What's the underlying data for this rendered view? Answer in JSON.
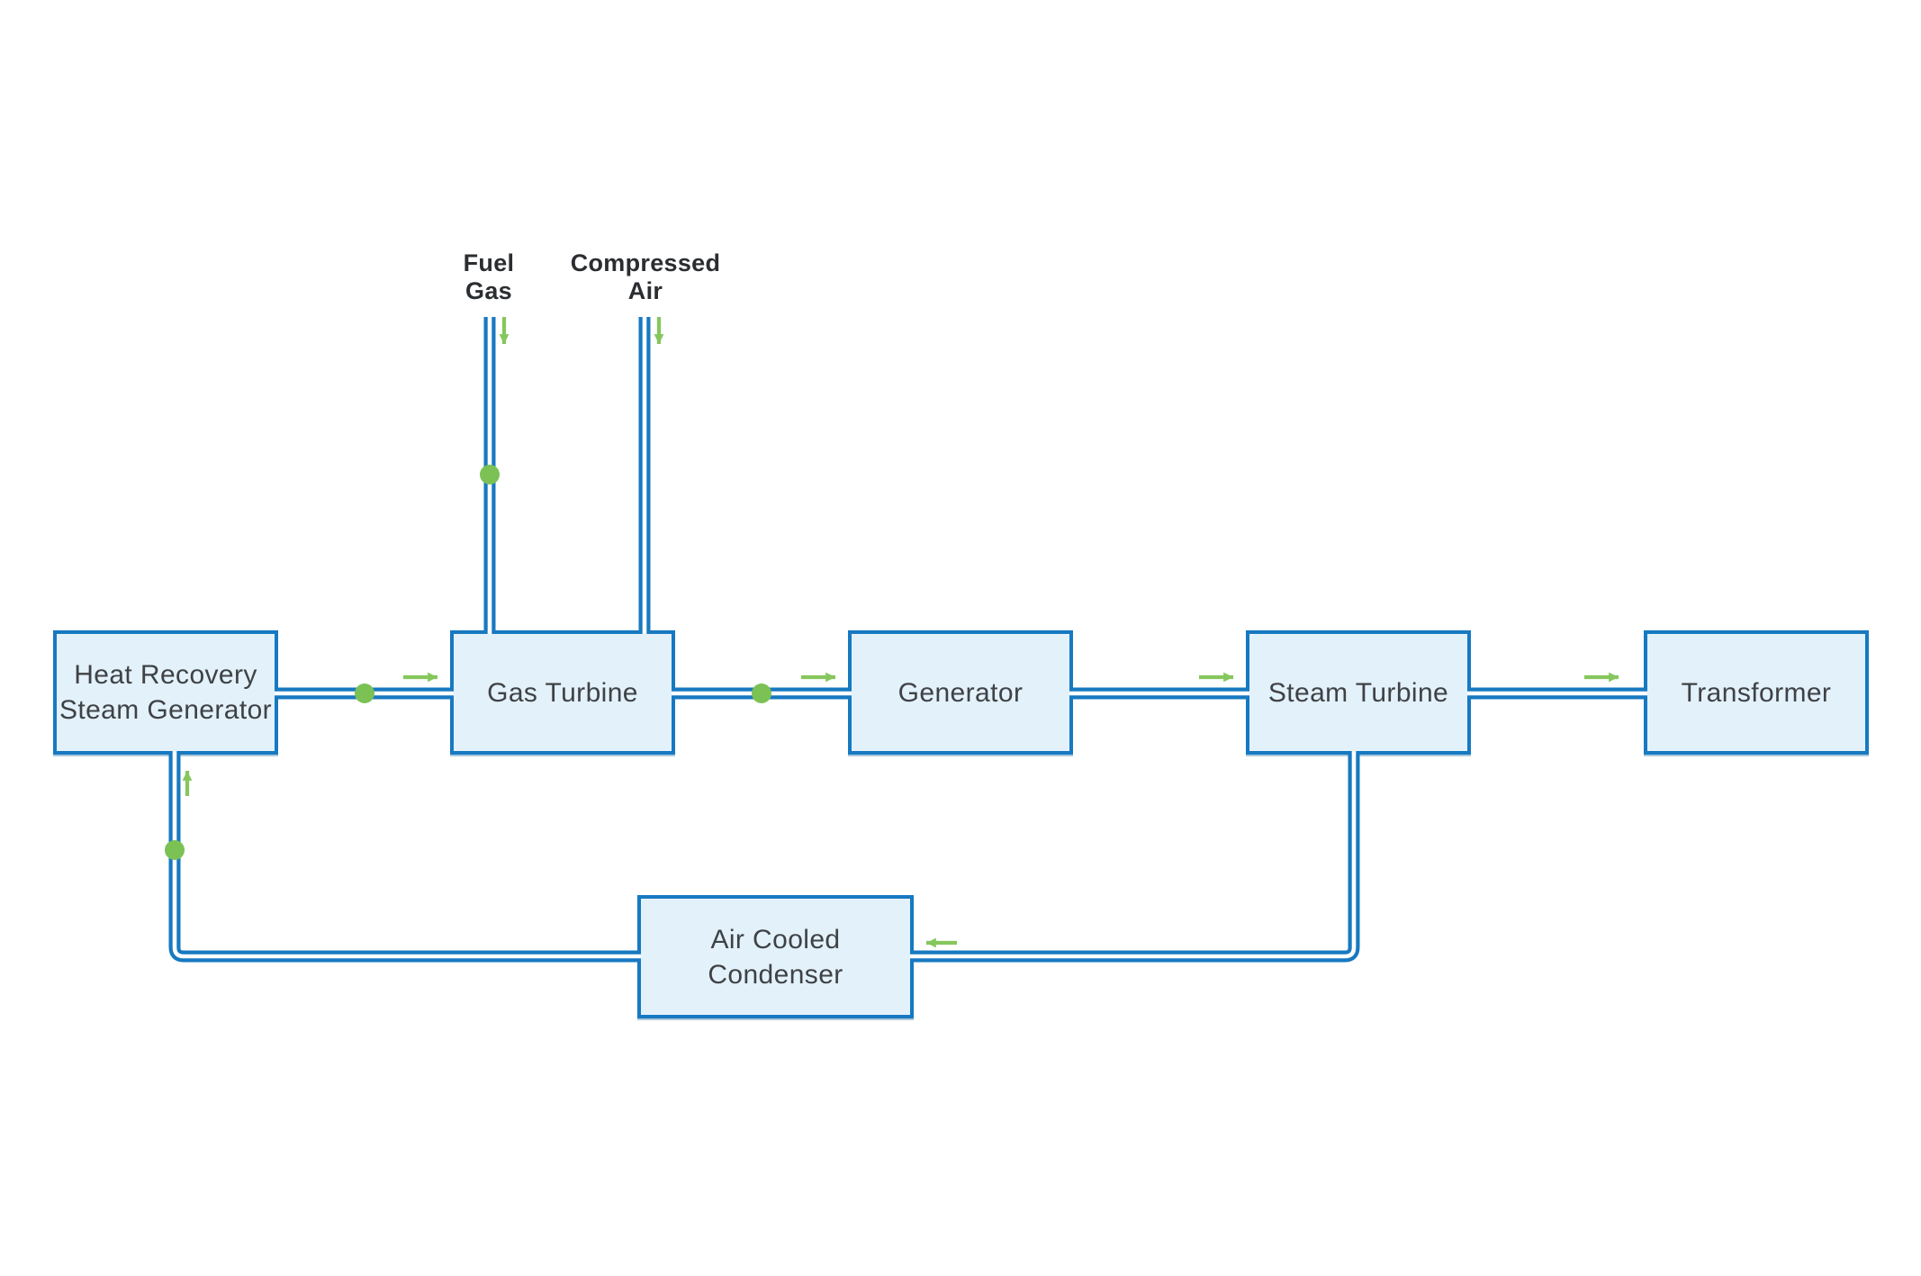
{
  "diagram": {
    "colors": {
      "pipe_blue": "#1779c1",
      "node_fill": "#e3f1fb",
      "node_border": "#1779c1",
      "junction_green": "#7cc154",
      "arrow_green": "#85c75c",
      "node_text": "#3f4245",
      "label_text": "#2b2e31",
      "background": "#ffffff"
    },
    "nodes": [
      {
        "id": "heat-recovery-steam-generator",
        "lines": [
          "Heat Recovery",
          "Steam Generator"
        ]
      },
      {
        "id": "gas-turbine",
        "lines": [
          "Gas Turbine"
        ]
      },
      {
        "id": "generator",
        "lines": [
          "Generator"
        ]
      },
      {
        "id": "steam-turbine",
        "lines": [
          "Steam Turbine"
        ]
      },
      {
        "id": "transformer",
        "lines": [
          "Transformer"
        ]
      },
      {
        "id": "air-cooled-condenser",
        "lines": [
          "Air Cooled",
          "Condenser"
        ]
      }
    ],
    "inputs": [
      {
        "id": "fuel-gas",
        "lines": [
          "Fuel",
          "Gas"
        ]
      },
      {
        "id": "compressed-air",
        "lines": [
          "Compressed",
          "Air"
        ]
      }
    ],
    "flow_arrows": [
      {
        "id": "fuel-gas-in",
        "direction": "down"
      },
      {
        "id": "compressed-air-in",
        "direction": "down"
      },
      {
        "id": "hrsg-to-gas-turbine",
        "direction": "right"
      },
      {
        "id": "gas-turbine-to-generator",
        "direction": "right"
      },
      {
        "id": "generator-to-steam-turbine",
        "direction": "right"
      },
      {
        "id": "steam-turbine-to-transformer",
        "direction": "right"
      },
      {
        "id": "into-air-cooled-condenser",
        "direction": "left"
      },
      {
        "id": "return-to-hrsg",
        "direction": "up"
      }
    ],
    "junction_dots": 4
  }
}
